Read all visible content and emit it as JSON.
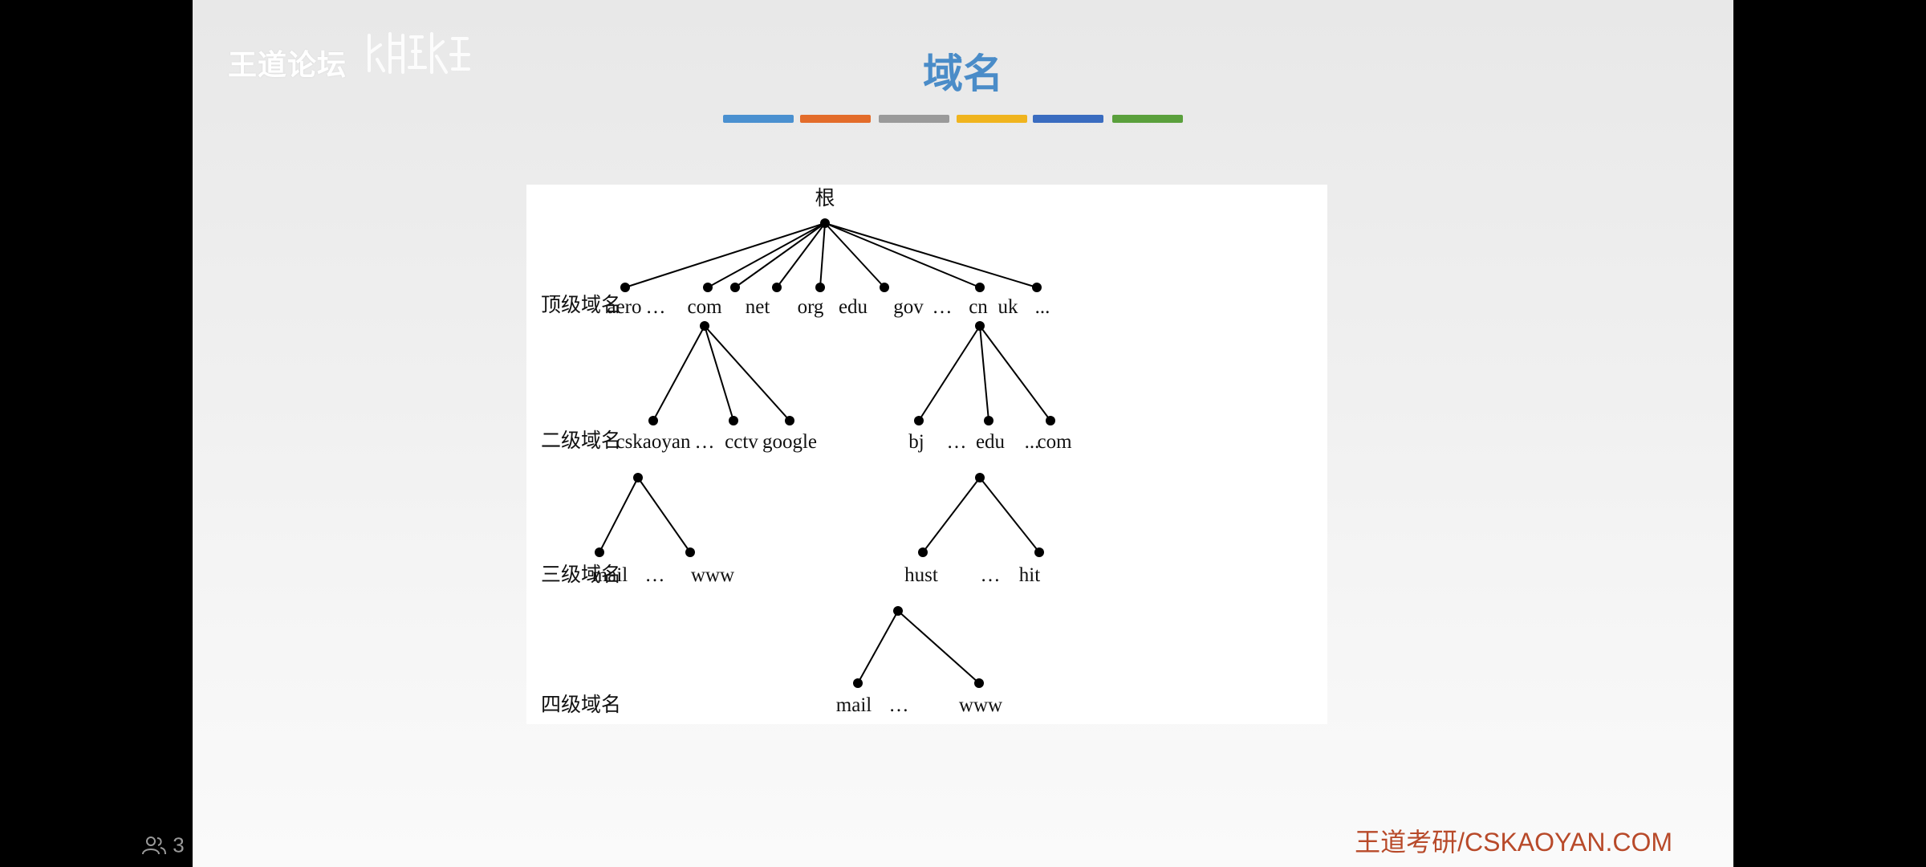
{
  "watermark": {
    "text": "王道论坛"
  },
  "slide": {
    "title": "域名"
  },
  "accent_bars": [
    "#4a90d0",
    "#e36c2a",
    "#9a9a9a",
    "#f0b41e",
    "#3a6cc0",
    "#5aa03c"
  ],
  "tree": {
    "root": "根",
    "levels": [
      "顶级域名",
      "二级域名",
      "三级域名",
      "四级域名"
    ],
    "top_level": [
      "aero",
      "…",
      "com",
      "net",
      "org",
      "edu",
      "gov",
      "…",
      "cn",
      "uk",
      "..."
    ],
    "com_children": [
      "cskaoyan",
      "…",
      "cctv",
      "google"
    ],
    "cn_children": [
      "bj",
      "…",
      "edu",
      "...",
      "com"
    ],
    "cskaoyan_children": [
      "mail",
      "…",
      "www"
    ],
    "edu_children": [
      "hust",
      "…",
      "hit"
    ],
    "hust_children": [
      "mail",
      "…",
      "www"
    ]
  },
  "footer": {
    "brand": "王道考研/CSKAOYAN.COM"
  },
  "viewer": {
    "count": "3"
  }
}
